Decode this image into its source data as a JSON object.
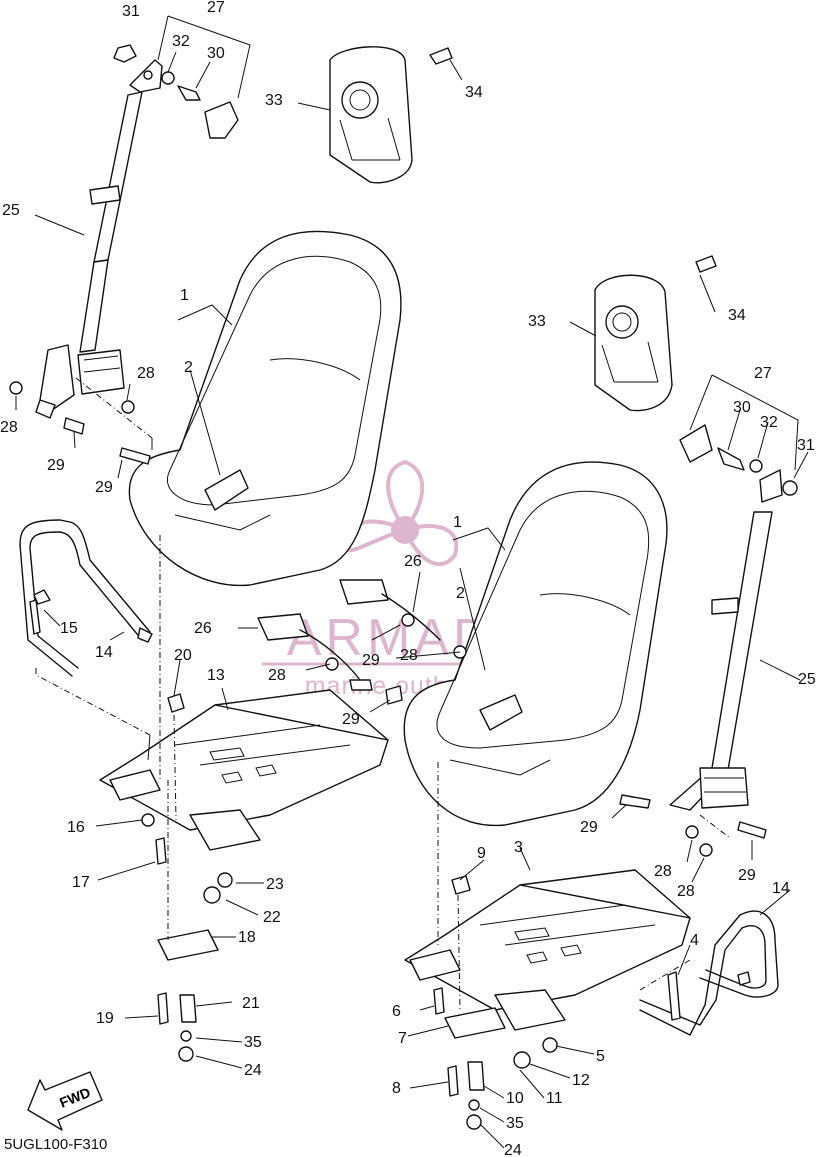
{
  "diagram": {
    "code": "5UGL100-F310",
    "fwd_label": "FWD",
    "watermark": {
      "title": "ARMADA",
      "subtitle": "marine outboards",
      "color": "#d9a9c6"
    },
    "labels": [
      {
        "id": "l31a",
        "text": "31"
      },
      {
        "id": "l27a",
        "text": "27"
      },
      {
        "id": "l32a",
        "text": "32"
      },
      {
        "id": "l30a",
        "text": "30"
      },
      {
        "id": "l34a",
        "text": "34"
      },
      {
        "id": "l33a",
        "text": "33"
      },
      {
        "id": "l25a",
        "text": "25"
      },
      {
        "id": "l1a",
        "text": "1"
      },
      {
        "id": "l2a",
        "text": "2"
      },
      {
        "id": "l28a",
        "text": "28"
      },
      {
        "id": "l28b",
        "text": "28"
      },
      {
        "id": "l29a",
        "text": "29"
      },
      {
        "id": "l29b",
        "text": "29"
      },
      {
        "id": "l34b",
        "text": "34"
      },
      {
        "id": "l33b",
        "text": "33"
      },
      {
        "id": "l27b",
        "text": "27"
      },
      {
        "id": "l30b",
        "text": "30"
      },
      {
        "id": "l32b",
        "text": "32"
      },
      {
        "id": "l31b",
        "text": "31"
      },
      {
        "id": "l1b",
        "text": "1"
      },
      {
        "id": "l26a",
        "text": "26"
      },
      {
        "id": "l2b",
        "text": "2"
      },
      {
        "id": "l15",
        "text": "15"
      },
      {
        "id": "l26b",
        "text": "26"
      },
      {
        "id": "l29c",
        "text": "29"
      },
      {
        "id": "l28c",
        "text": "28"
      },
      {
        "id": "l14a",
        "text": "14"
      },
      {
        "id": "l20",
        "text": "20"
      },
      {
        "id": "l13",
        "text": "13"
      },
      {
        "id": "l28d",
        "text": "28"
      },
      {
        "id": "l29d",
        "text": "29"
      },
      {
        "id": "l25b",
        "text": "25"
      },
      {
        "id": "l16",
        "text": "16"
      },
      {
        "id": "l29e",
        "text": "29"
      },
      {
        "id": "l3",
        "text": "3"
      },
      {
        "id": "l28e",
        "text": "28"
      },
      {
        "id": "l28f",
        "text": "28"
      },
      {
        "id": "l29f",
        "text": "29"
      },
      {
        "id": "l9",
        "text": "9"
      },
      {
        "id": "l17",
        "text": "17"
      },
      {
        "id": "l23",
        "text": "23"
      },
      {
        "id": "l14b",
        "text": "14"
      },
      {
        "id": "l22",
        "text": "22"
      },
      {
        "id": "l18",
        "text": "18"
      },
      {
        "id": "l4",
        "text": "4"
      },
      {
        "id": "l21",
        "text": "21"
      },
      {
        "id": "l19",
        "text": "19"
      },
      {
        "id": "l6",
        "text": "6"
      },
      {
        "id": "l35a",
        "text": "35"
      },
      {
        "id": "l7",
        "text": "7"
      },
      {
        "id": "l5",
        "text": "5"
      },
      {
        "id": "l24a",
        "text": "24"
      },
      {
        "id": "l12",
        "text": "12"
      },
      {
        "id": "l8",
        "text": "8"
      },
      {
        "id": "l10",
        "text": "10"
      },
      {
        "id": "l11",
        "text": "11"
      },
      {
        "id": "l35b",
        "text": "35"
      },
      {
        "id": "l24b",
        "text": "24"
      }
    ]
  }
}
